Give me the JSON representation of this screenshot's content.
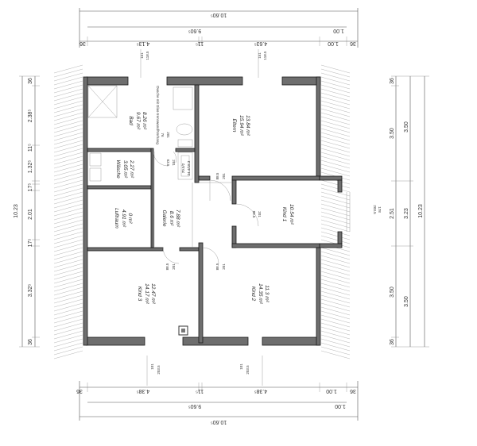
{
  "dims": {
    "top": {
      "outer": "10.60⁵",
      "inner": "9.60⁵",
      "left_36": "36",
      "left_part": "4.13⁵",
      "mid": "11⁵",
      "right_part": "4.63⁵",
      "right_100": "1.00",
      "right_36": "36",
      "win_left_a": "151",
      "win_left_b": "118.5",
      "win_right_a": "151",
      "win_right_b": "118.5"
    },
    "bottom": {
      "outer": "10.60⁵",
      "inner": "9.60⁵",
      "left_36": "36",
      "left_part": "4.38⁵",
      "mid": "11⁵",
      "right_part": "4.38⁵",
      "right_100": "1.00",
      "right_36": "36",
      "win_left_a": "101",
      "win_left_b": "203.5",
      "win_right_a": "101",
      "win_right_b": "203.5"
    },
    "left": {
      "total": "10.23",
      "seg": [
        "36",
        "2.38⁵",
        "1.32⁵",
        "11⁵",
        "17⁵",
        "2.01",
        "17⁵",
        "3.32⁵",
        "36"
      ]
    },
    "right": {
      "total": "10.23",
      "seg_a": [
        "36",
        "3.50",
        "3.50",
        "36"
      ],
      "seg_b": [
        "3.50",
        "3.23",
        "3.50"
      ],
      "mid": "2.51",
      "win_a": "203.5",
      "win_b": "178"
    }
  },
  "rooms": {
    "bad": {
      "name": "Bad",
      "a1": "9.67 m²",
      "a2": "8.26 m²"
    },
    "eltern": {
      "name": "Eltern",
      "a1": "15.94 m²",
      "a2": "13.84 m²"
    },
    "waesche": {
      "name": "Wäsche",
      "a1": "3.05 m²",
      "a2": "2.27 m²"
    },
    "luftraum": {
      "name": "Luftraum",
      "a1": "4.91 m²",
      "a2": "0 m²"
    },
    "galerie": {
      "name": "Galerie",
      "a1": "8.6 m²",
      "a2": "7.88 m²"
    },
    "kind1": {
      "name": "Kind 1",
      "a1": "10.54 m²"
    },
    "kind3": {
      "name": "Kind 3",
      "a1": "14.17 m²",
      "a2": "12.47 m²"
    },
    "kind2": {
      "name": "Kind 2",
      "a1": "14.35 m²",
      "a2": "11.3 m²"
    }
  },
  "doors": {
    "d1": "88.5",
    "d1b": "201",
    "d2": "88.5",
    "d2b": "201",
    "d3": "88.5",
    "d3b": "201",
    "d4": "88.5",
    "d4b": "201",
    "d5": "76",
    "d5b": "201",
    "d6": "63.5",
    "d6b": "201",
    "d7": "201",
    "d7b": "88.5"
  },
  "notes": {
    "bad_note": "Dusche mit Glas-trennwand/Vorhang",
    "hw_a": "70.5/2",
    "hw_b": "24.4/18.3"
  }
}
